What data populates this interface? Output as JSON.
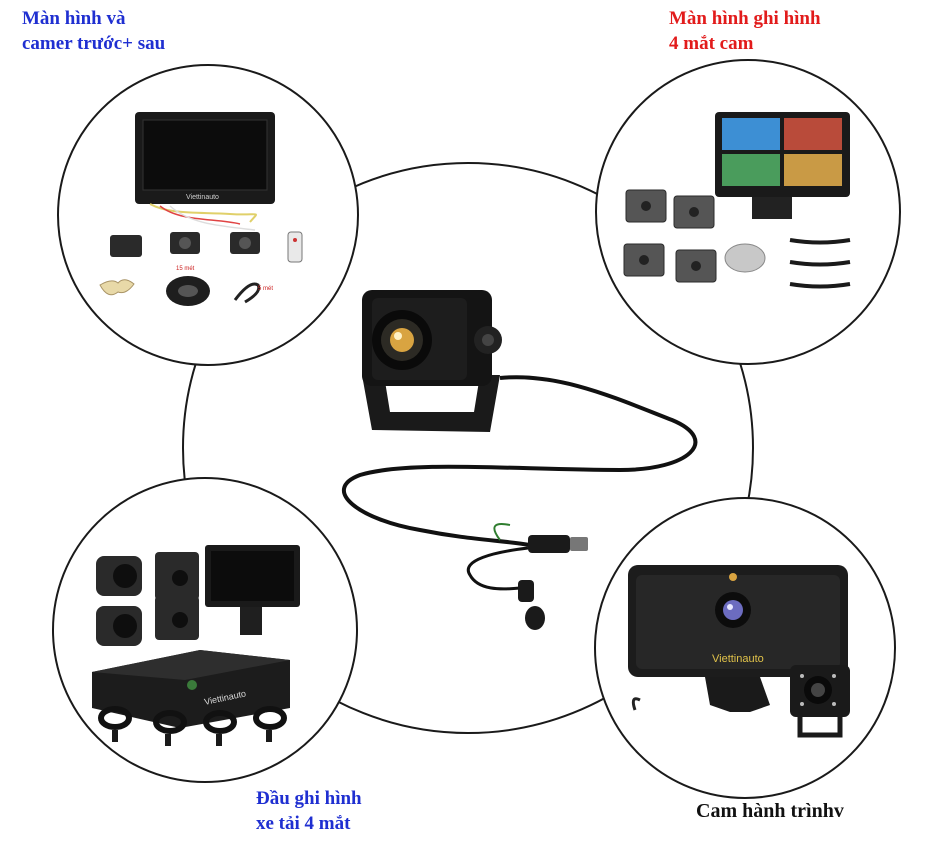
{
  "labels": {
    "top_left": [
      "Màn hình và",
      "camer trước+ sau"
    ],
    "top_right": [
      "Màn hình ghi hình",
      "4 mắt cam"
    ],
    "bottom_left": [
      "Đầu ghi hình",
      "xe tải 4 mắt"
    ],
    "bottom_right": [
      "Cam hành trìnhv"
    ]
  },
  "brand": {
    "monitor_brand": "Viettinauto",
    "dashcam_brand": "Viettinauto",
    "dvr_brand": "Viettinauto"
  },
  "accessories": {
    "cable_15m": "15 mét",
    "cable_5m": "5 mét"
  },
  "colors": {
    "label_blue": "#1f2fd1",
    "label_red": "#e21b1b",
    "label_black": "#111111",
    "product_black": "#141414",
    "lens_gold": "#d9a441"
  }
}
